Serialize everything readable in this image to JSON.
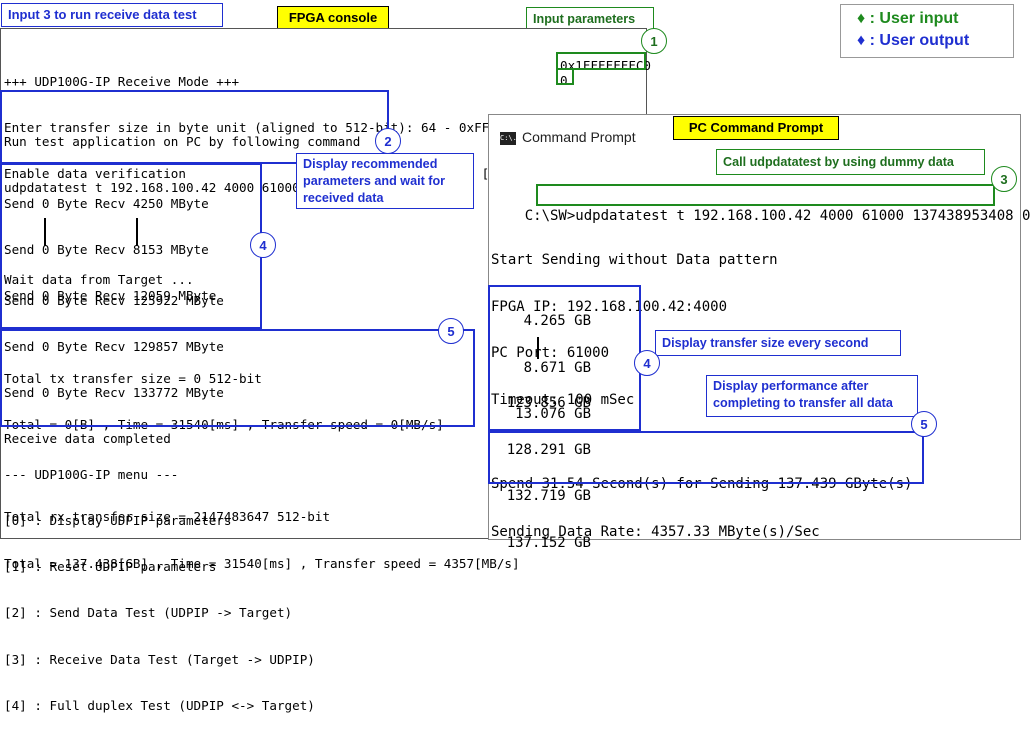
{
  "header": {
    "task_note": "Input 3 to run receive data test",
    "fpga_title": "FPGA console",
    "input_params_note": "Input parameters"
  },
  "legend": {
    "user_input": "♦ : User input",
    "user_output": "♦ : User output",
    "input_color": "#1e8a1e",
    "output_color": "#1f2fd0"
  },
  "fpga": {
    "lines_top": [
      "+++ UDP100G-IP Receive Mode +++",
      "Enter transfer size in byte unit (aligned to 512-bit): 64 - 0xFFFFFFFFFFC0    =>",
      "Enable data verification                         : [0] Disable [1] Enable =>"
    ],
    "input_transfer_size": "0x1FFFFFFFC0",
    "input_verify": "0",
    "run_lines": [
      "Run test application on PC by following command",
      "udpdatatest t 192.168.100.42 4000 61000 137438953408 0",
      "",
      "Wait data from Target ..."
    ],
    "recv_lines_a": [
      "Send 0 Byte Recv 4250 MByte",
      "Send 0 Byte Recv 8153 MByte",
      "Send 0 Byte Recv 12059 MByte"
    ],
    "recv_lines_b": [
      "Send 0 Byte Recv 125922 MByte",
      "Send 0 Byte Recv 129857 MByte",
      "Send 0 Byte Recv 133772 MByte",
      "Receive data completed"
    ],
    "summary_lines": [
      "Total tx transfer size = 0 512-bit",
      "Total = 0[B] , Time = 31540[ms] , Transfer speed = 0[MB/s]",
      "",
      "Total rx transfer size = 2147483647 512-bit",
      "Total = 137.438[GB] , Time = 31540[ms] , Transfer speed = 4357[MB/s]"
    ],
    "menu_lines": [
      "--- UDP100G-IP menu ---",
      "[0] : Display UDPIP parameters",
      "[1] : Reset UDPIP parameters",
      "[2] : Send Data Test (UDPIP -> Target)",
      "[3] : Receive Data Test (Target -> UDPIP)",
      "[4] : Full duplex Test (UDPIP <-> Target)"
    ]
  },
  "callouts": {
    "c2": "Display recommended parameters and wait for received data",
    "c3": "Call udpdatatest by using dummy data",
    "c4": "Display transfer size every second",
    "c5": "Display performance after completing to transfer all data",
    "n1": "1",
    "n2": "2",
    "n3": "3",
    "n4": "4",
    "n5": "5"
  },
  "pc": {
    "title_badge": "PC Command Prompt",
    "window_title": "Command Prompt",
    "window_icon_text": "C:\\.",
    "prompt_path": "C:\\SW>",
    "command": "udpdatatest t 192.168.100.42 4000 61000 137438953408 0",
    "info_lines": [
      "Start Sending without Data pattern",
      "FPGA IP: 192.168.100.42:4000",
      "PC Port: 61000",
      "Timeout: 100 mSec"
    ],
    "sizes_a": [
      "4.265 GB",
      "8.671 GB",
      "13.076 GB"
    ],
    "sizes_b": [
      "123.856 GB",
      "128.291 GB",
      "132.719 GB",
      "137.152 GB"
    ],
    "result_lines": [
      "Spend 31.54 Second(s) for Sending 137.439 GByte(s)",
      "Sending Data Rate: 4357.33 MByte(s)/Sec"
    ]
  }
}
